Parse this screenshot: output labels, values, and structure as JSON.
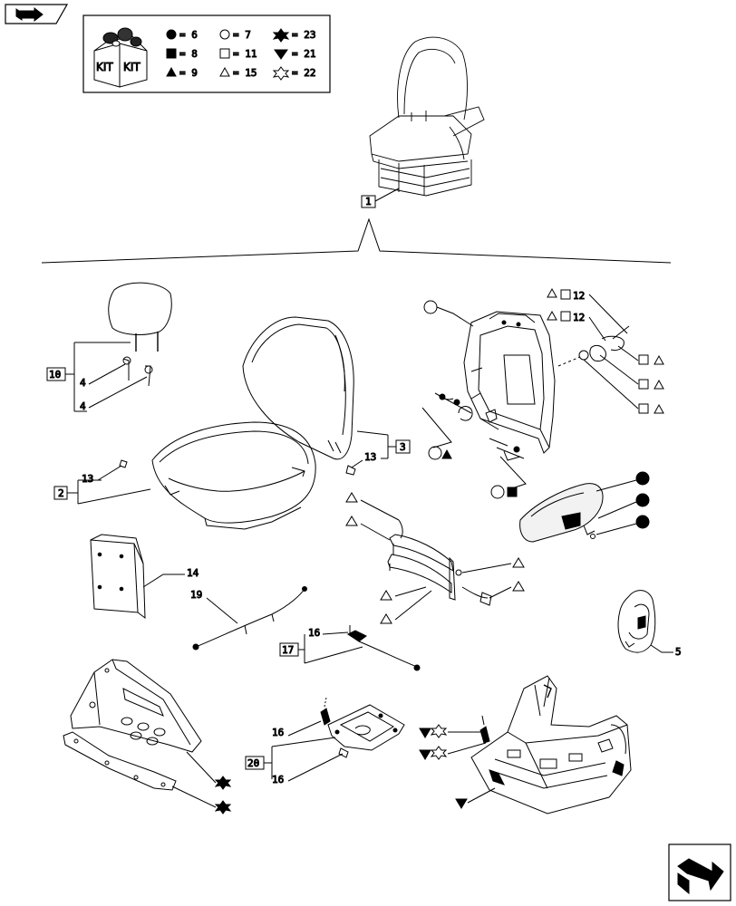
{
  "legend": {
    "kit_labels": [
      "KIT",
      "KIT"
    ],
    "entries": [
      {
        "symbol": "circle-filled",
        "value": "6"
      },
      {
        "symbol": "circle-open",
        "value": "7"
      },
      {
        "symbol": "star6-filled",
        "value": "23"
      },
      {
        "symbol": "square-filled",
        "value": "8"
      },
      {
        "symbol": "square-open",
        "value": "11"
      },
      {
        "symbol": "triangle-down-filled",
        "value": "21"
      },
      {
        "symbol": "triangle-up-filled",
        "value": "9"
      },
      {
        "symbol": "triangle-up-open",
        "value": "15"
      },
      {
        "symbol": "star6-open",
        "value": "22"
      }
    ]
  },
  "refs": {
    "r1": "1",
    "r2": "2",
    "r3": "3",
    "r4a": "4",
    "r4b": "4",
    "r5": "5",
    "r10": "10",
    "r12a": "12",
    "r12b": "12",
    "r13a": "13",
    "r13b": "13",
    "r14": "14",
    "r16a": "16",
    "r16b": "16",
    "r16c": "16",
    "r17": "17",
    "r19": "19",
    "r20": "20"
  },
  "icons": {
    "top_left": "forward-arrow-icon",
    "bottom_right": "next-page-arrow-icon"
  }
}
